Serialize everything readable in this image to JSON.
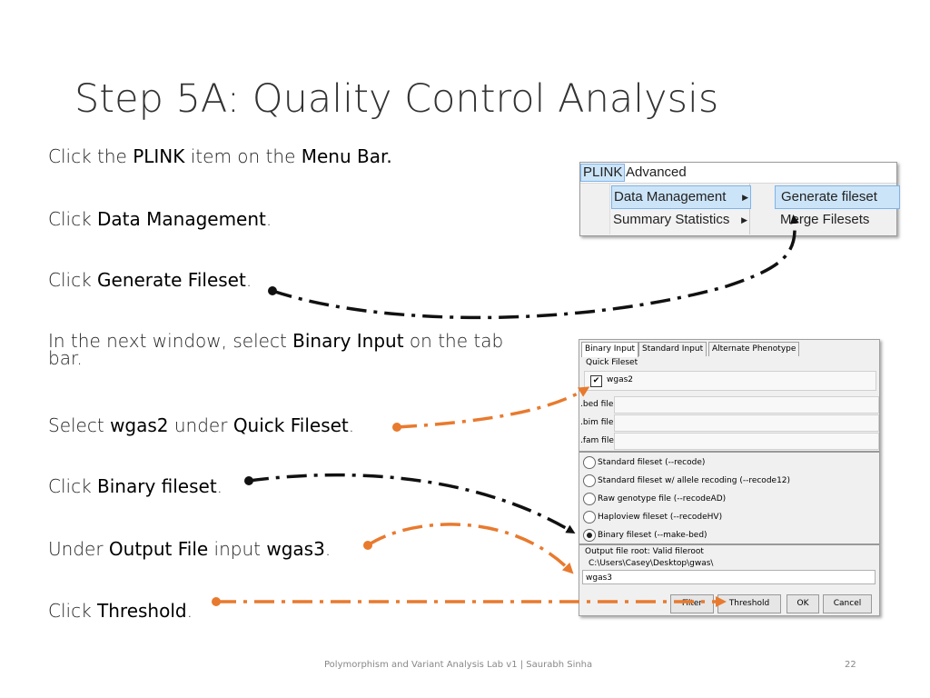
{
  "slide": {
    "title": "Step 5A: Quality Control Analysis",
    "footer": "Polymorphism and Variant Analysis Lab v1 | Saurabh Sinha",
    "page_number": "22"
  },
  "steps": [
    {
      "pre": "Click the ",
      "b1": "PLINK",
      "mid": " item on the ",
      "b2": "Menu Bar.",
      "post": ""
    },
    {
      "pre": "Click ",
      "b1": "Data Management",
      "post": "."
    },
    {
      "pre": "Click ",
      "b1": "Generate Fileset",
      "post": "."
    },
    {
      "line1_pre": "In the next window, select ",
      "line1_b": "Binary Input",
      "line1_post": " on the tab",
      "line2": "bar."
    },
    {
      "pre": "Select ",
      "b1": "wgas2",
      "mid": " under ",
      "b2": "Quick Fileset",
      "post": "."
    },
    {
      "pre": "Click ",
      "b1": "Binary fileset",
      "post": "."
    },
    {
      "pre": "Under ",
      "b1": "Output File",
      "mid": " input ",
      "b2": "wgas3",
      "post": "."
    },
    {
      "pre": "Click ",
      "b1": "Threshold",
      "post": "."
    }
  ],
  "menu": {
    "bar": [
      "PLINK",
      "Advanced"
    ],
    "plink_items": [
      "Data Management",
      "Summary Statistics"
    ],
    "data_mgmt_items": [
      "Generate fileset",
      "Merge Filesets"
    ]
  },
  "dialog": {
    "tabs": [
      "Binary Input",
      "Standard Input",
      "Alternate Phenotype"
    ],
    "quick_fileset_label": "Quick Fileset",
    "quick_fileset_value": "wgas2",
    "quick_fileset_checked": true,
    "file_labels": [
      ".bed file",
      ".bim file",
      ".fam file"
    ],
    "radios": [
      "Standard fileset (--recode)",
      "Standard fileset w/ allele recoding (--recode12)",
      "Raw genotype file (--recodeAD)",
      "Haploview fileset (--recodeHV)",
      "Binary fileset (--make-bed)"
    ],
    "selected_radio": "Binary fileset (--make-bed)",
    "output_label": "Output file root: Valid fileroot",
    "output_path": "C:\\Users\\Casey\\Desktop\\gwas\\",
    "output_value": "wgas3",
    "buttons": [
      "Filter",
      "Threshold",
      "OK",
      "Cancel"
    ]
  },
  "colors": {
    "black_arrow": "#111111",
    "orange_arrow": "#e87a2e",
    "highlight": "#cce4f7"
  }
}
